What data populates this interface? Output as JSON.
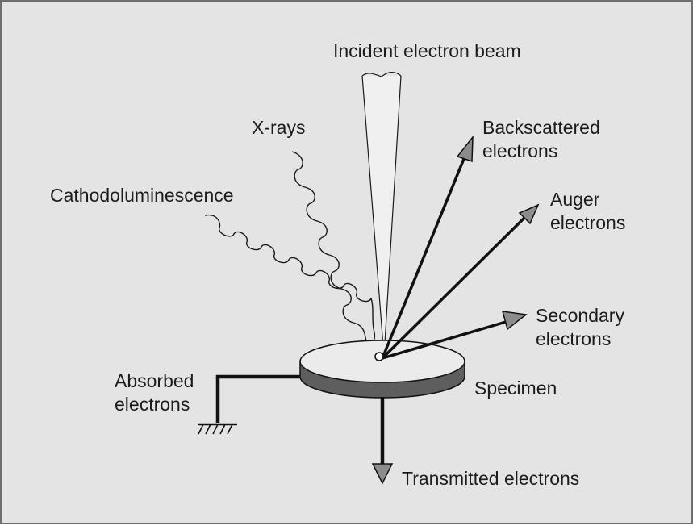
{
  "diagram": {
    "labels": {
      "incident_beam": "Incident electron beam",
      "xrays": "X-rays",
      "cathodoluminescence": "Cathodoluminescence",
      "backscattered_1": "Backscattered",
      "backscattered_2": "electrons",
      "auger_1": "Auger",
      "auger_2": "electrons",
      "secondary_1": "Secondary",
      "secondary_2": "electrons",
      "specimen": "Specimen",
      "absorbed_1": "Absorbed",
      "absorbed_2": "electrons",
      "transmitted": "Transmitted electrons"
    },
    "colors": {
      "background": "#e4e4e4",
      "border": "#6e6e6e",
      "line": "#111111",
      "arrowhead": "#8c8c8c",
      "specimen_top": "#ebebeb",
      "specimen_side": "#5e5e5e"
    }
  }
}
